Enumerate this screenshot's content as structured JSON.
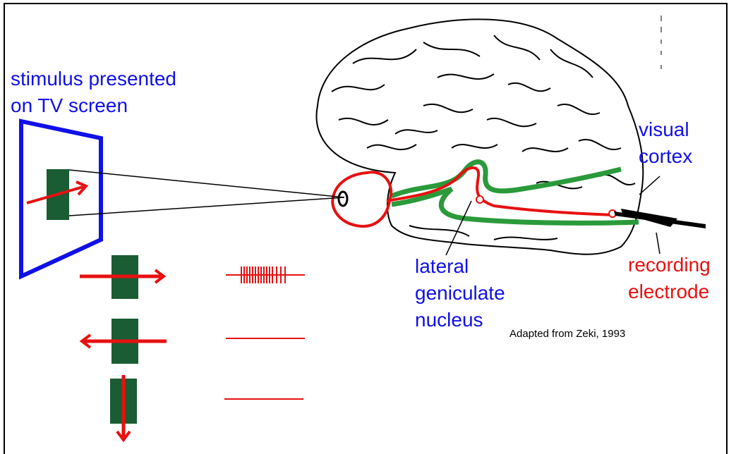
{
  "colors": {
    "label_blue": "#1010e8",
    "label_red": "#e81010",
    "stimulus_bar": "#1a5c33",
    "pathway_green": "#2a9a3a",
    "pathway_red": "#e81010",
    "tv_frame": "#1010e8"
  },
  "labels": {
    "stimulus_line1": "stimulus presented",
    "stimulus_line2": "on TV screen",
    "visual_line1": "visual",
    "visual_line2": "cortex",
    "lgn_line1": "lateral",
    "lgn_line2": "geniculate",
    "lgn_line3": "nucleus",
    "electrode_line1": "recording",
    "electrode_line2": "electrode",
    "credit": "Adapted from Zeki, 1993"
  },
  "stimulus_conditions": [
    {
      "motion": "rightward",
      "response": "strong firing"
    },
    {
      "motion": "leftward",
      "response": "no firing"
    },
    {
      "motion": "downward",
      "response": "no firing"
    }
  ]
}
